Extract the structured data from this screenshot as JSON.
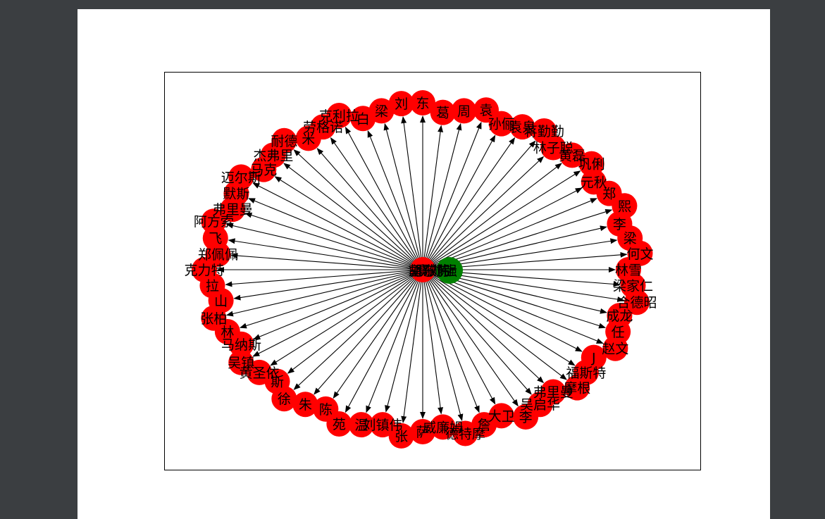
{
  "colors": {
    "background": "#3b3e41",
    "canvas": "#ffffff",
    "node_default": "#ff0000",
    "node_center": "#008000",
    "edge": "#000000"
  },
  "graph": {
    "center_labels": [
      "胡",
      "罗",
      "歌",
      "刘",
      "伟",
      "强",
      "郭",
      "晓",
      "东",
      "勋",
      "陈",
      "士",
      "主"
    ],
    "source_node": "center",
    "nodes": [
      {
        "id": "n1",
        "label": "东"
      },
      {
        "id": "n2",
        "label": "葛"
      },
      {
        "id": "n3",
        "label": "周"
      },
      {
        "id": "n4",
        "label": "袁"
      },
      {
        "id": "n5",
        "label": "孙俪"
      },
      {
        "id": "n6",
        "label": "袁泉"
      },
      {
        "id": "n7",
        "label": "蒋勤勤"
      },
      {
        "id": "n8",
        "label": "林子聪"
      },
      {
        "id": "n9",
        "label": "黄磊"
      },
      {
        "id": "n10",
        "label": "巩俐"
      },
      {
        "id": "n11",
        "label": "元秋"
      },
      {
        "id": "n12",
        "label": "郑"
      },
      {
        "id": "n13",
        "label": "熙"
      },
      {
        "id": "n14",
        "label": "李"
      },
      {
        "id": "n15",
        "label": "梁"
      },
      {
        "id": "n16",
        "label": "何文"
      },
      {
        "id": "n17",
        "label": "林雪"
      },
      {
        "id": "n18",
        "label": "梁家仁"
      },
      {
        "id": "n19",
        "label": "合德昭"
      },
      {
        "id": "n20",
        "label": "成龙"
      },
      {
        "id": "n21",
        "label": "任"
      },
      {
        "id": "n22",
        "label": "赵文"
      },
      {
        "id": "n23",
        "label": "J"
      },
      {
        "id": "n24",
        "label": "福斯特"
      },
      {
        "id": "n25",
        "label": "摩根"
      },
      {
        "id": "n26",
        "label": "弗里曼"
      },
      {
        "id": "n27",
        "label": "吴启华"
      },
      {
        "id": "n28",
        "label": "李"
      },
      {
        "id": "n29",
        "label": "大卫"
      },
      {
        "id": "n30",
        "label": "詹"
      },
      {
        "id": "n31",
        "label": "德特摩"
      },
      {
        "id": "n32",
        "label": "威廉姆"
      },
      {
        "id": "n33",
        "label": "萨"
      },
      {
        "id": "n34",
        "label": "张"
      },
      {
        "id": "n35",
        "label": "刘镇伟"
      },
      {
        "id": "n36",
        "label": "温"
      },
      {
        "id": "n37",
        "label": "苑"
      },
      {
        "id": "n38",
        "label": "陈"
      },
      {
        "id": "n39",
        "label": "朱"
      },
      {
        "id": "n40",
        "label": "徐"
      },
      {
        "id": "n41",
        "label": "斯"
      },
      {
        "id": "n42",
        "label": "黄圣依"
      },
      {
        "id": "n43",
        "label": "吴镇"
      },
      {
        "id": "n44",
        "label": "马纳斯"
      },
      {
        "id": "n45",
        "label": "林"
      },
      {
        "id": "n46",
        "label": "张柏"
      },
      {
        "id": "n47",
        "label": "山"
      },
      {
        "id": "n48",
        "label": "拉"
      },
      {
        "id": "n49",
        "label": "克力特"
      },
      {
        "id": "n50",
        "label": "郑佩佩"
      },
      {
        "id": "n51",
        "label": "飞"
      },
      {
        "id": "n52",
        "label": "阿方索"
      },
      {
        "id": "n53",
        "label": "弗里曼"
      },
      {
        "id": "n54",
        "label": "默斯"
      },
      {
        "id": "n55",
        "label": "迈尔斯"
      },
      {
        "id": "n56",
        "label": "马克"
      },
      {
        "id": "n57",
        "label": "杰弗里"
      },
      {
        "id": "n58",
        "label": "耐德"
      },
      {
        "id": "n59",
        "label": "米"
      },
      {
        "id": "n60",
        "label": "劳格诺"
      },
      {
        "id": "n61",
        "label": "克利拉"
      },
      {
        "id": "n62",
        "label": "白"
      },
      {
        "id": "n63",
        "label": "梁"
      },
      {
        "id": "n64",
        "label": "刘"
      }
    ]
  }
}
